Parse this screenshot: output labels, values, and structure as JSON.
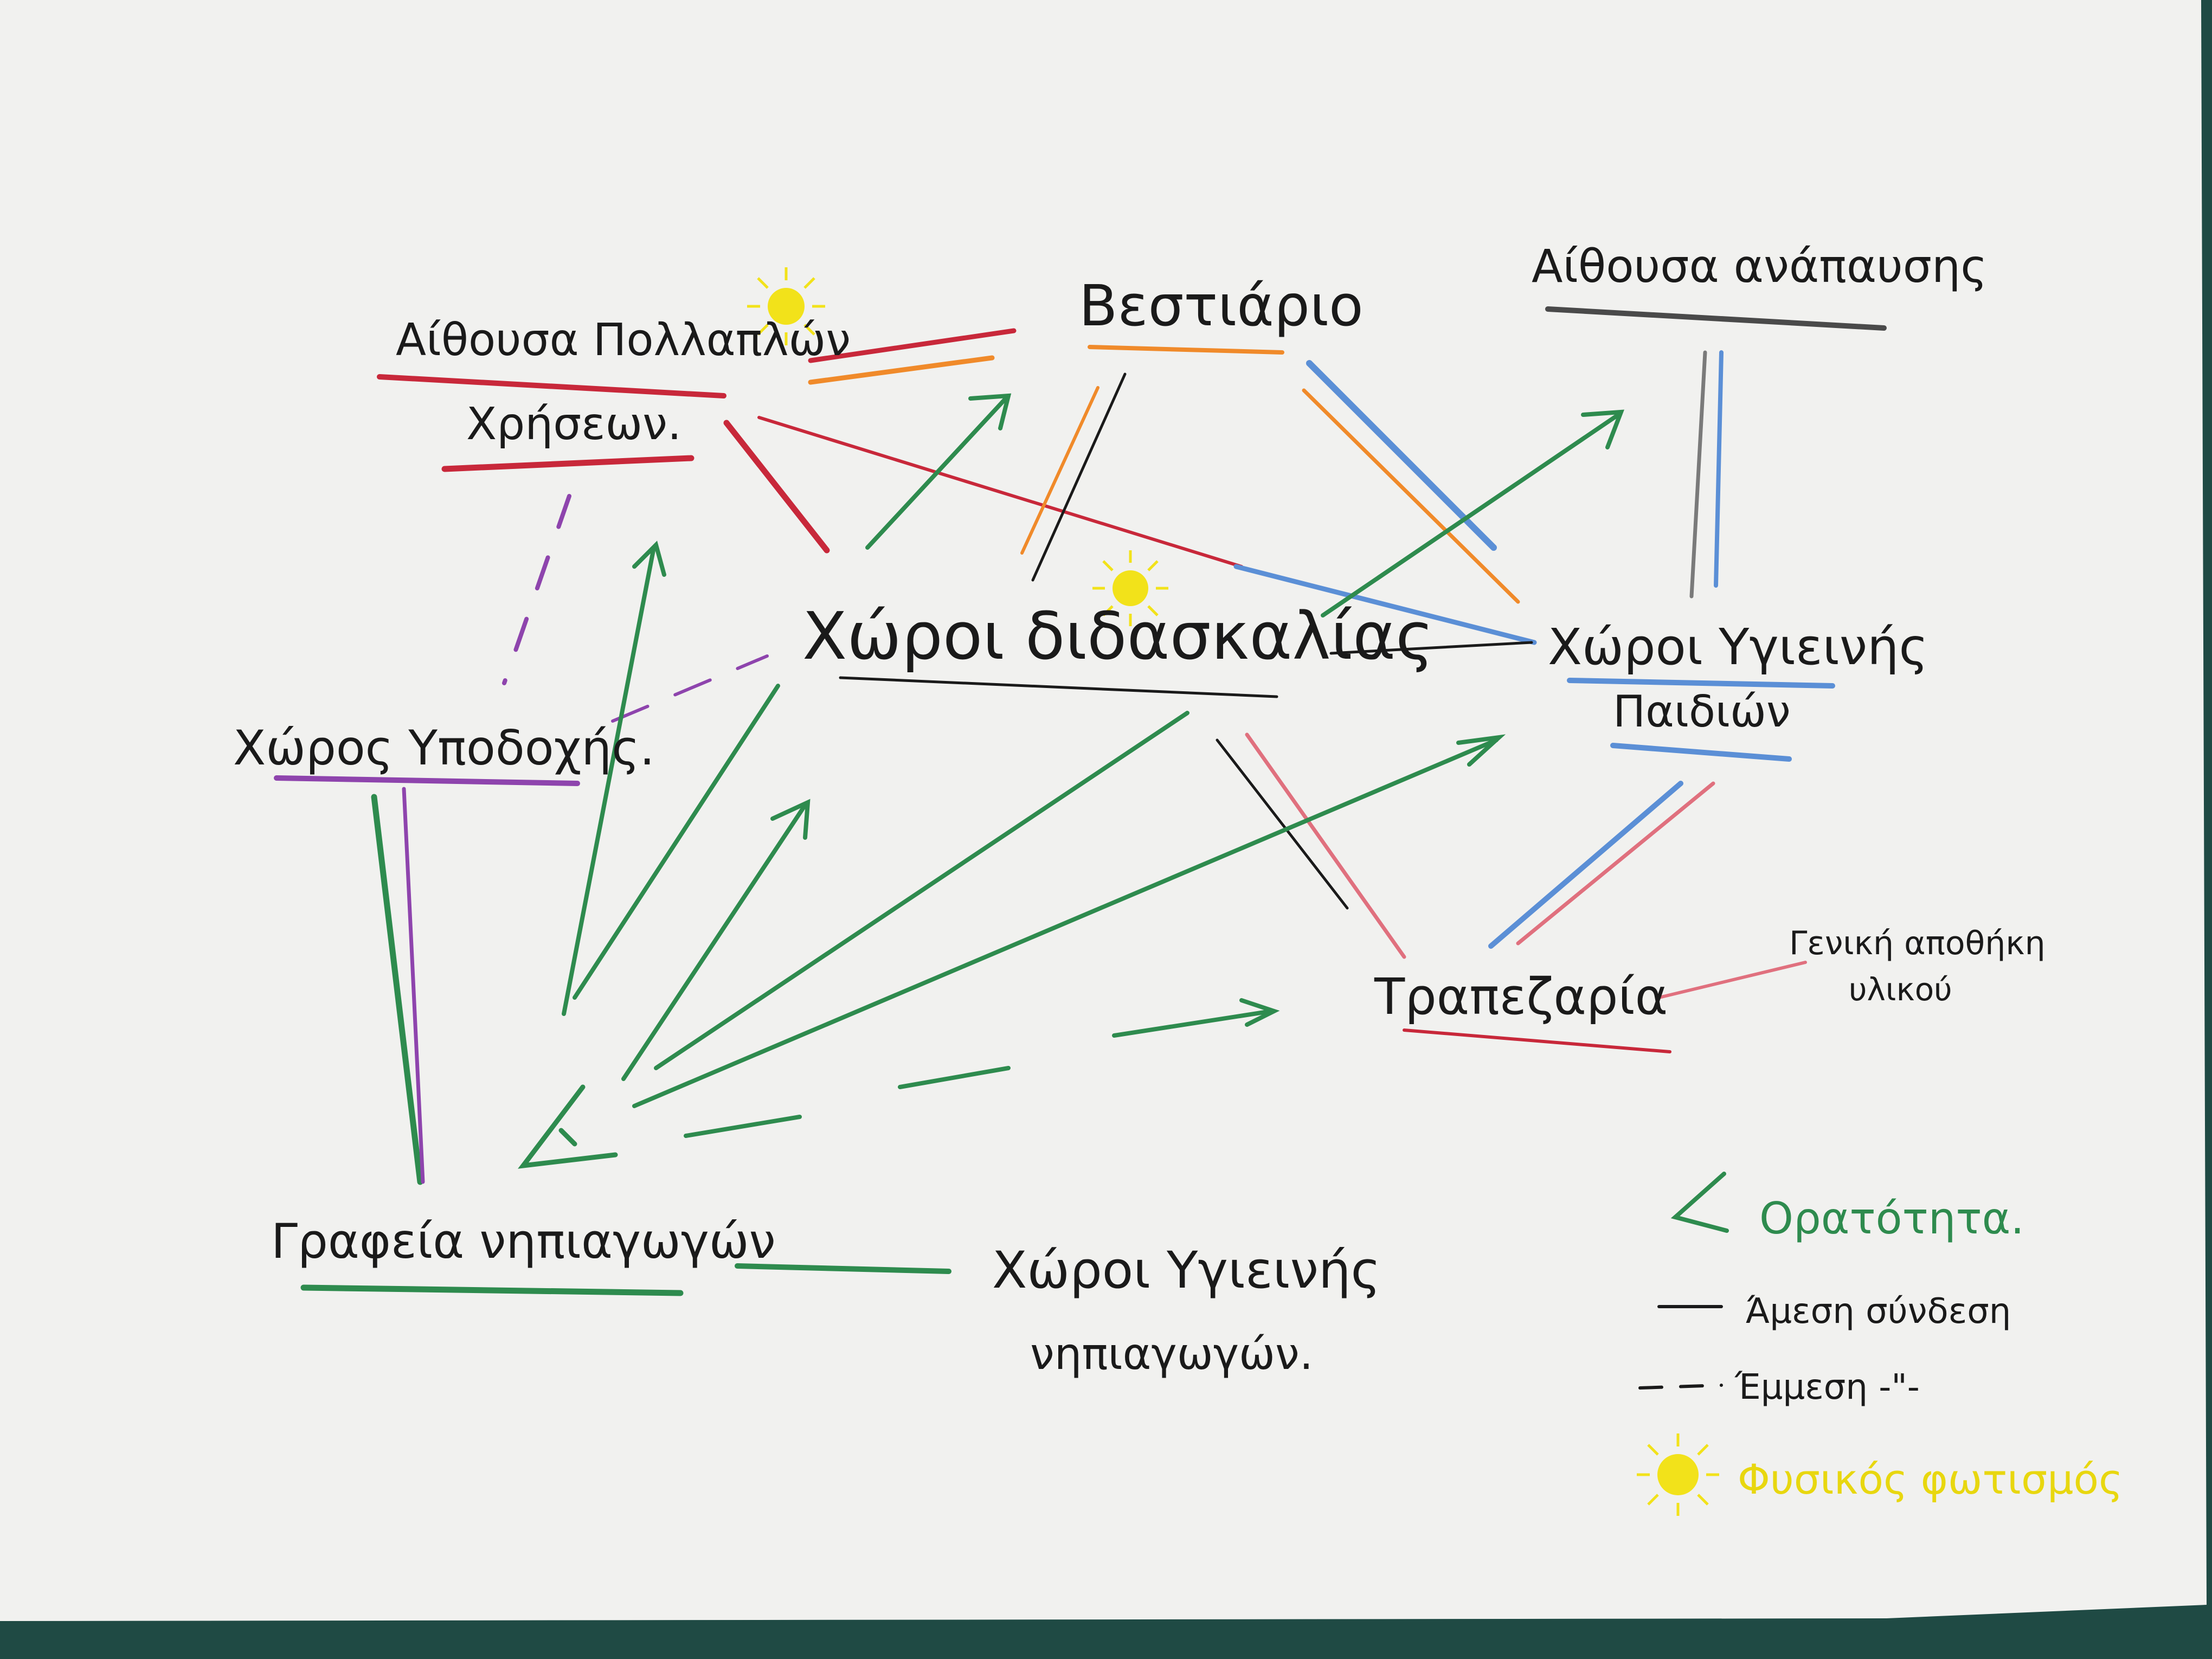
{
  "nodes": {
    "multipurpose_l1": "Αίθουσα Πολλαπλών",
    "multipurpose_l2": "Χρήσεων.",
    "vestiario": "Βεστιάριο",
    "rest_room": "Αίθουσα ανάπαυσης",
    "teaching": "Χώροι διδασκαλίας",
    "reception": "Χώρος Υποδοχής.",
    "child_hygiene_l1": "Χώροι Υγιεινής",
    "child_hygiene_l2": "Παιδιών",
    "dining": "Τραπεζαρία",
    "storage_l1": "Γενική αποθήκη",
    "storage_l2": "υλικού",
    "teacher_offices": "Γραφεία νηπιαγωγών",
    "teacher_hygiene_l1": "Χώροι Υγιεινής",
    "teacher_hygiene_l2": "νηπιαγωγών."
  },
  "legend": {
    "visibility": "Ορατότητα.",
    "direct": "Άμεση σύνδεση",
    "indirect": "Έμμεση -\"-",
    "natural_light": "Φυσικός φωτισμός"
  },
  "colors": {
    "paper": "#f1f1ef",
    "background": "#1f4a44",
    "ink": "#1a1a1a",
    "red": "#c8283a",
    "orange": "#f08a2a",
    "blue": "#5b8fd6",
    "green": "#2e8b4e",
    "purple": "#8e44ad",
    "pink": "#e0707e",
    "gray": "#7a7a7a",
    "yellow": "#f2e21a"
  },
  "icons": [
    "sun-icon",
    "eye-icon"
  ]
}
